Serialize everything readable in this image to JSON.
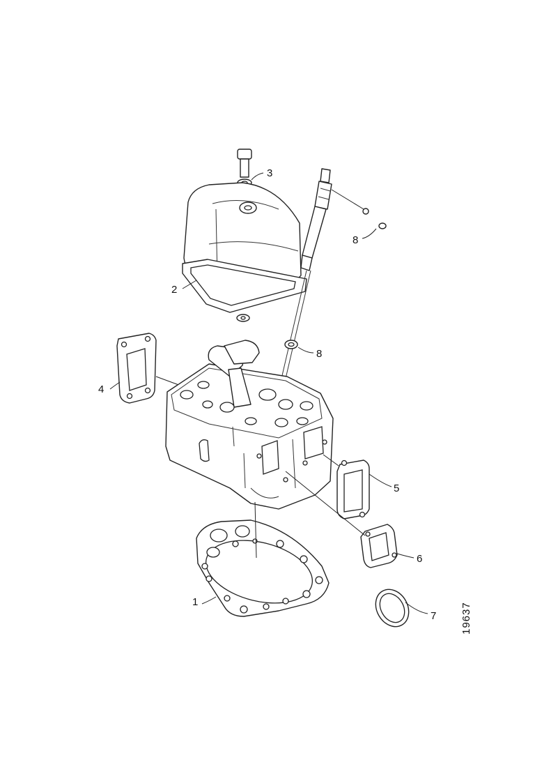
{
  "callouts": [
    "1",
    "2",
    "3",
    "4",
    "5",
    "6",
    "7",
    "8",
    "8"
  ],
  "document_number": "19637"
}
